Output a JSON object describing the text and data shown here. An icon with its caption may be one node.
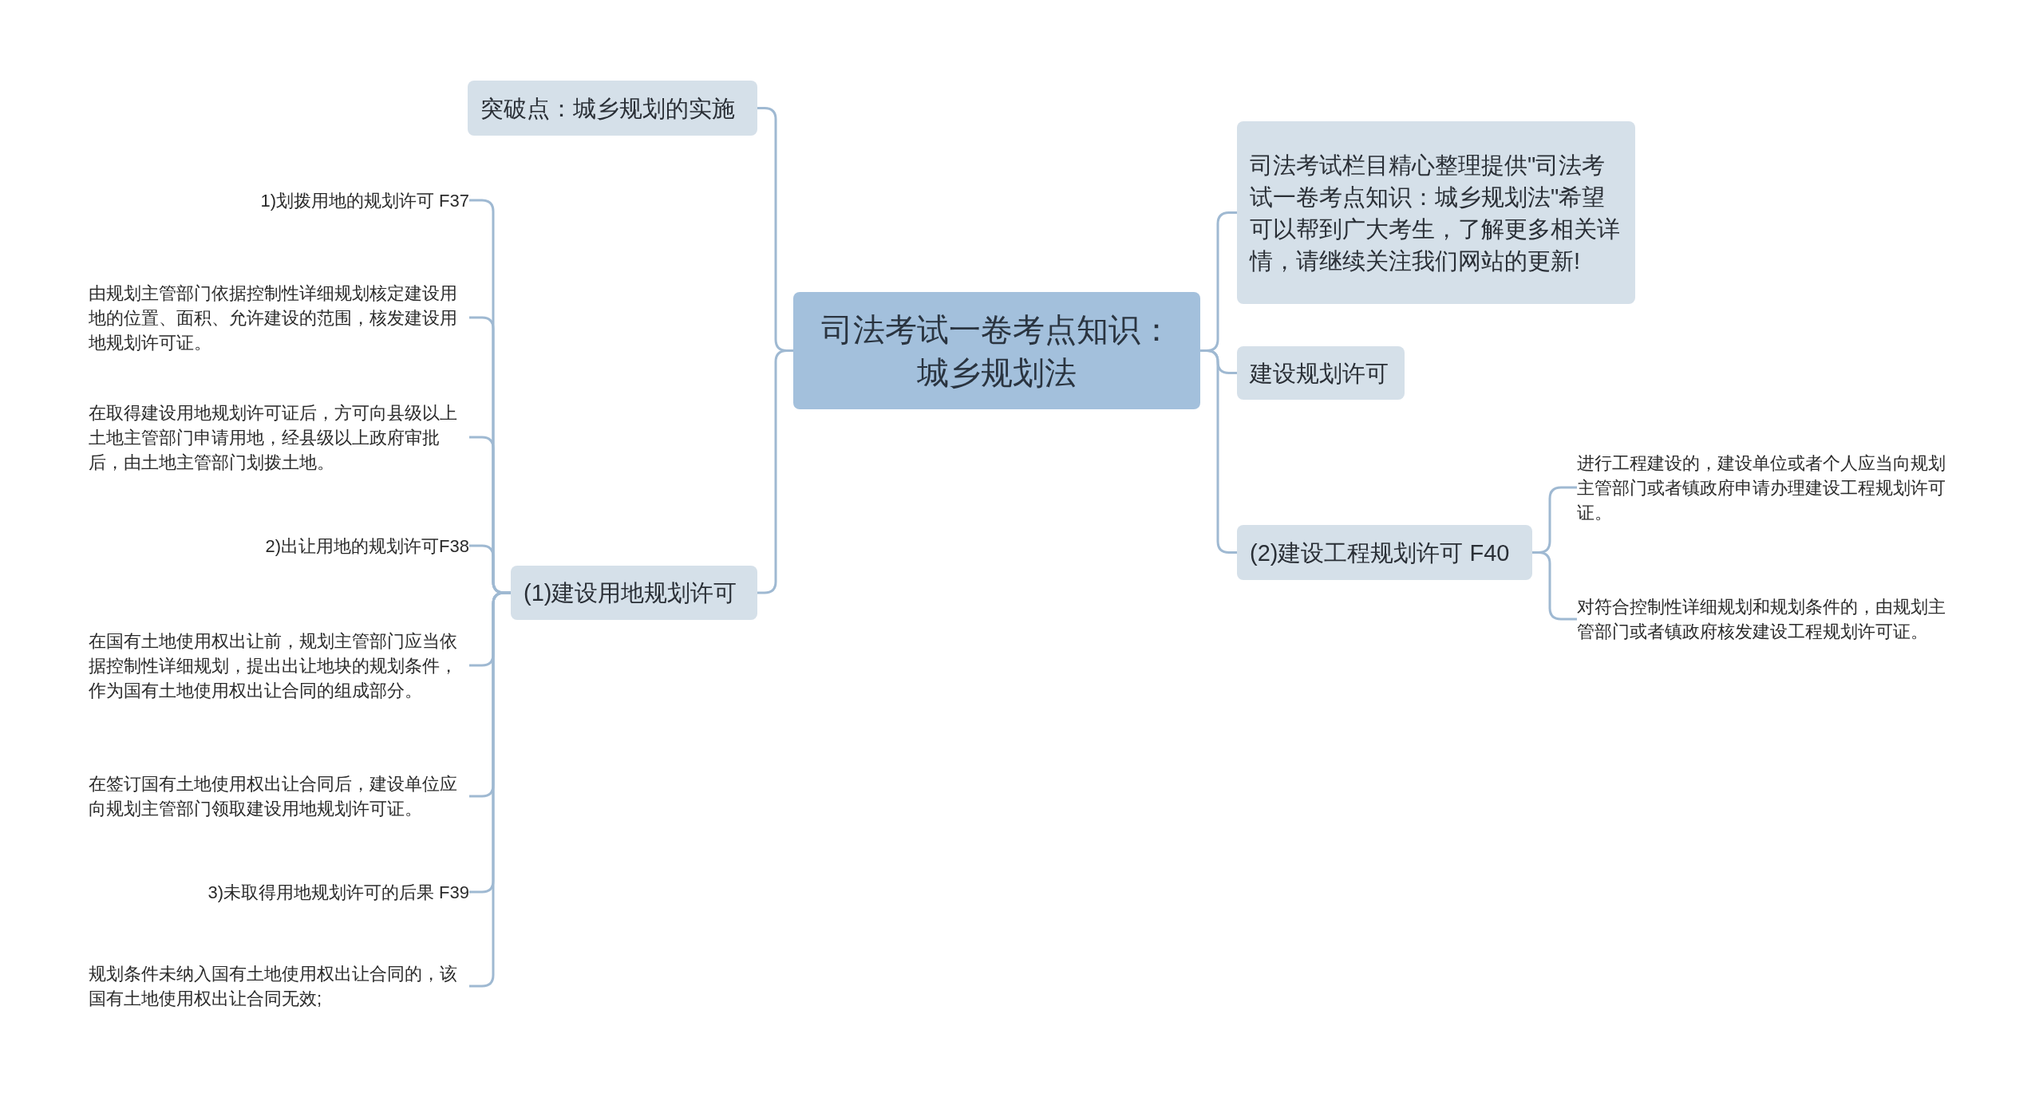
{
  "diagram": {
    "nodes": [
      {
        "text": [
          "司法考试一卷考点知识：城乡规划法"
        ]
      },
      {
        "text": [
          "突破点：城乡规划的实施"
        ]
      },
      {
        "text": [
          "(1)建设用地规划许可"
        ]
      },
      {
        "text": [
          "1)划拨用地的规划许可 F37"
        ]
      },
      {
        "text": [
          "由规划主管部门依据控制性详细规划核定建设用地的位置、面积、允许建设的范围，核发建设用地规划许可证。"
        ]
      },
      {
        "text": [
          "在取得建设用地规划许可证后，方可向县级以上土地主管部门申请用地，经县级以上政府审批后，由土地主管部门划拨土地。"
        ]
      },
      {
        "text": [
          "2)出让用地的规划许可F38"
        ]
      },
      {
        "text": [
          "在国有土地使用权出让前，规划主管部门应当依据控制性详细规划，提出出让地块的规划条件，作为国有土地使用权出让合同的组成部分。"
        ]
      },
      {
        "text": [
          "在签订国有土地使用权出让合同后，建设单位应向规划主管部门领取建设用地规划许可证。"
        ]
      },
      {
        "text": [
          "3)未取得用地规划许可的后果 F39"
        ]
      },
      {
        "text": [
          "规划条件未纳入国有土地使用权出让合同的，该国有土地使用权出让合同无效;"
        ]
      },
      {
        "text": [
          "司法考试栏目精心整理提供\"司法考试一卷考点知识：城乡规划法\"希望可以帮到广大考生，了解更多相关详情，请继续关注我们网站的更新!"
        ]
      },
      {
        "text": [
          "建设规划许可"
        ]
      },
      {
        "text": [
          "(2)建设工程规划许可 F40"
        ]
      },
      {
        "text": [
          "进行工程建设的，建设单位或者个人应当向规划主管部门或者镇政府申请办理建设工程规划许可证。"
        ]
      },
      {
        "text": [
          "对符合控制性详细规划和规划条件的，由规划主管部门或者镇政府核发建设工程规划许可证。"
        ]
      }
    ],
    "edges": [
      {
        "from": 0,
        "to": 1,
        "arrow": "none"
      },
      {
        "from": 0,
        "to": 2,
        "arrow": "none"
      },
      {
        "from": 2,
        "to": 3,
        "arrow": "none"
      },
      {
        "from": 2,
        "to": 4,
        "arrow": "none"
      },
      {
        "from": 2,
        "to": 5,
        "arrow": "none"
      },
      {
        "from": 2,
        "to": 6,
        "arrow": "none"
      },
      {
        "from": 2,
        "to": 7,
        "arrow": "none"
      },
      {
        "from": 2,
        "to": 8,
        "arrow": "none"
      },
      {
        "from": 2,
        "to": 9,
        "arrow": "none"
      },
      {
        "from": 2,
        "to": 10,
        "arrow": "none"
      },
      {
        "from": 0,
        "to": 11,
        "arrow": "none"
      },
      {
        "from": 0,
        "to": 12,
        "arrow": "none"
      },
      {
        "from": 0,
        "to": 13,
        "arrow": "none"
      },
      {
        "from": 13,
        "to": 14,
        "arrow": "none"
      },
      {
        "from": 13,
        "to": 15,
        "arrow": "none"
      }
    ]
  }
}
